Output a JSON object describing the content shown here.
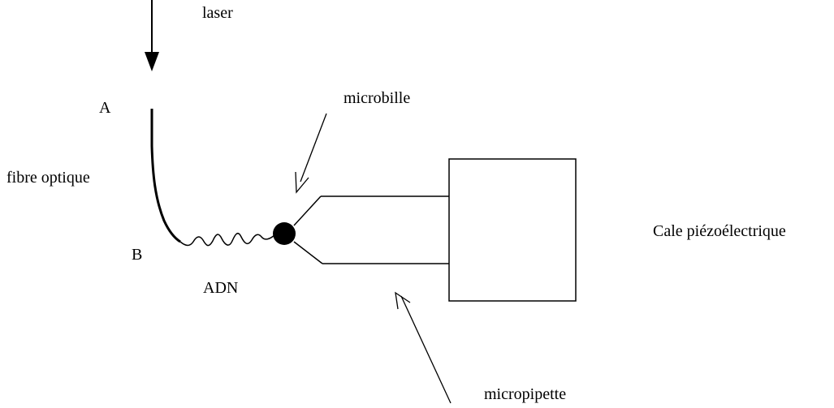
{
  "labels": {
    "laser": "laser",
    "point_a": "A",
    "point_b": "B",
    "fiber": "fibre optique",
    "dna": "ADN",
    "bead": "microbille",
    "piezo": "Cale piézoélectrique",
    "pipette": "micropipette"
  },
  "colors": {
    "ink": "#000000",
    "background": "#ffffff"
  }
}
